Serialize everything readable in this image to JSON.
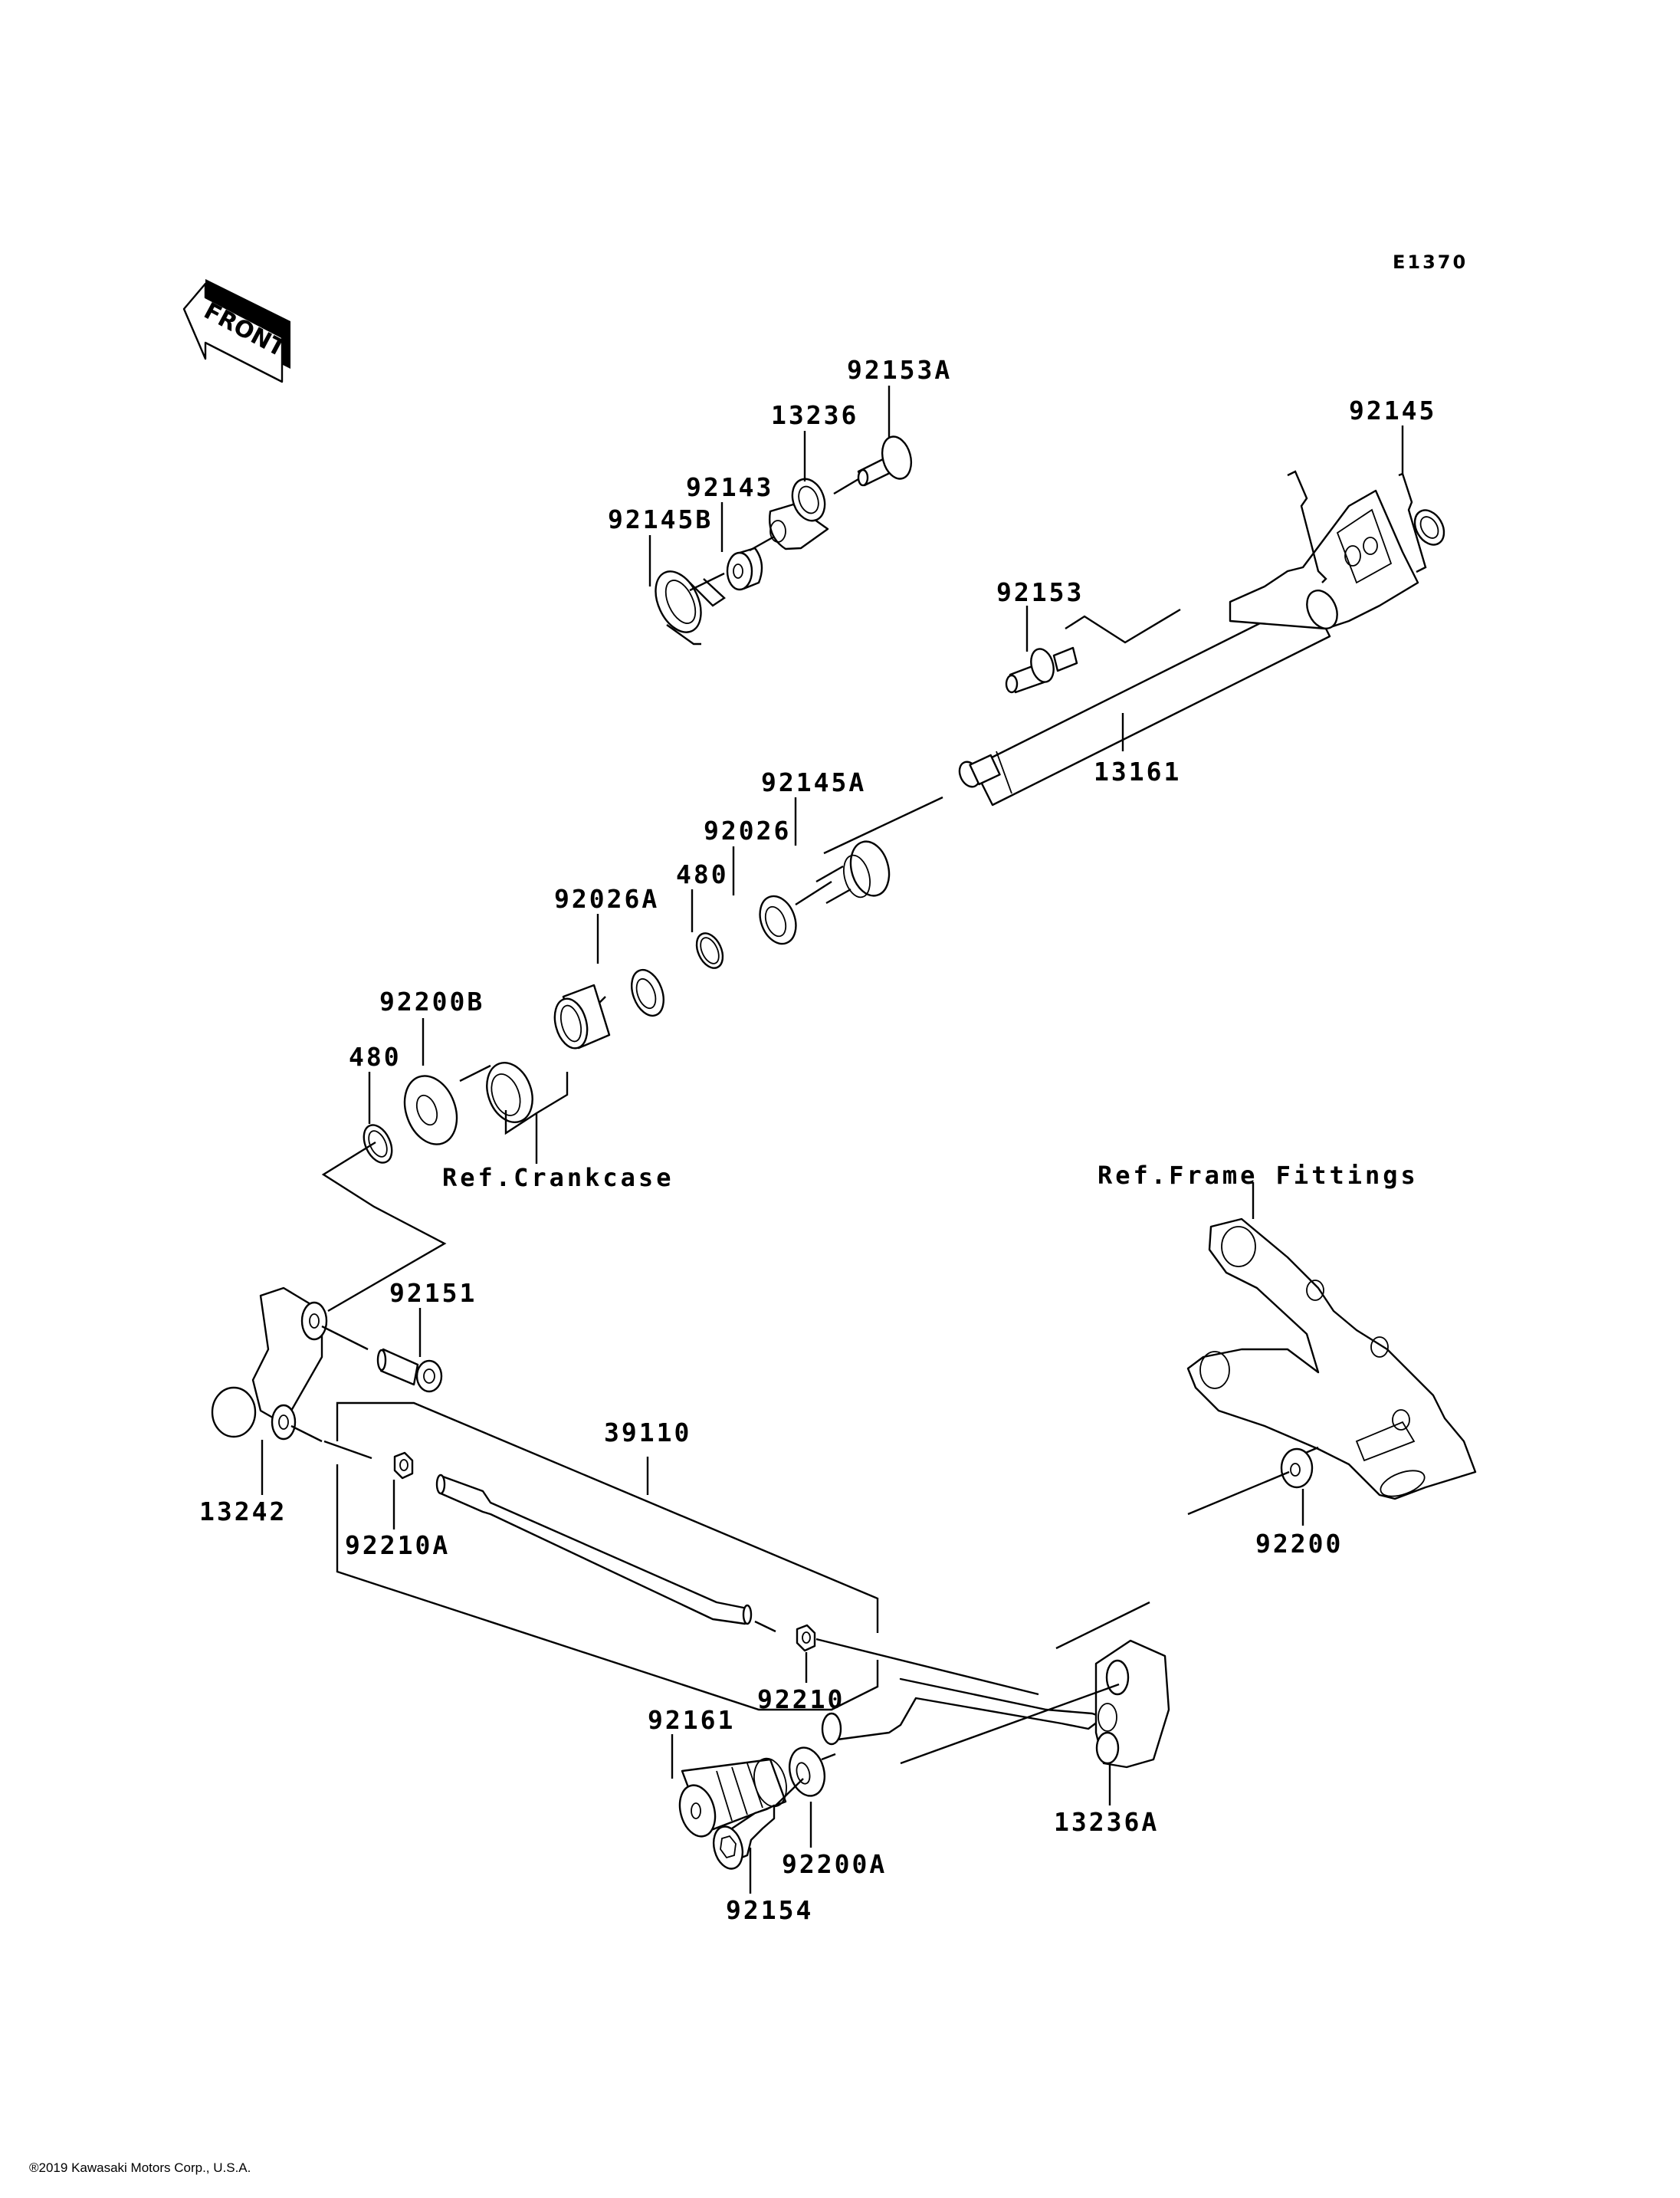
{
  "diagram": {
    "code": "E1370",
    "front_arrow": "FRONT",
    "labels": {
      "p92153A": "92153A",
      "p13236": "13236",
      "p92143": "92143",
      "p92145B": "92145B",
      "p92145": "92145",
      "p92153": "92153",
      "p13161": "13161",
      "p92145A": "92145A",
      "p92026": "92026",
      "p480a": "480",
      "p92026A": "92026A",
      "p92200B": "92200B",
      "p480b": "480",
      "p92151": "92151",
      "p39110": "39110",
      "p13242": "13242",
      "p92210A": "92210A",
      "p92210": "92210",
      "p92200": "92200",
      "p92161": "92161",
      "p13236A": "13236A",
      "p92200A": "92200A",
      "p92154": "92154"
    },
    "references": {
      "crankcase": "Ref.Crankcase",
      "frame_fittings": "Ref.Frame Fittings"
    }
  },
  "footer": {
    "copyright": "®2019 Kawasaki Motors Corp., U.S.A."
  }
}
